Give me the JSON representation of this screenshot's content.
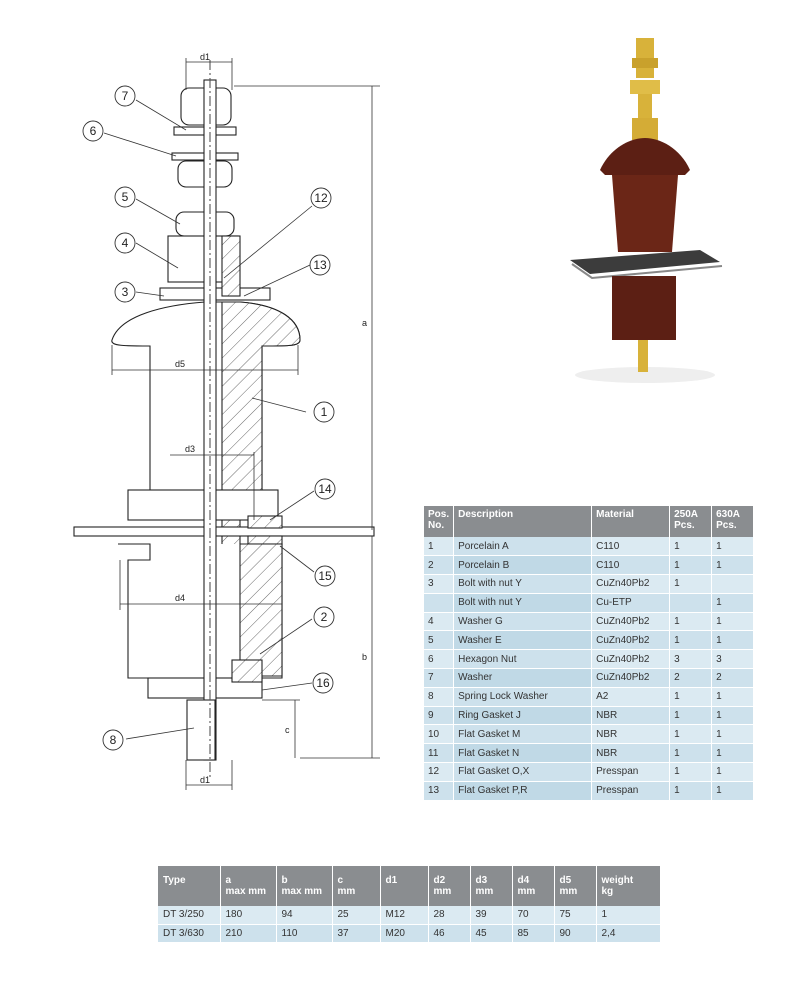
{
  "drawing": {
    "dims": {
      "d1_top": "d1",
      "d1_bottom": "d1",
      "d5": "d5",
      "d3": "d3",
      "d4": "d4",
      "a": "a",
      "b": "b",
      "c": "c"
    },
    "callouts": [
      "1",
      "2",
      "3",
      "4",
      "5",
      "6",
      "7",
      "8",
      "12",
      "13",
      "14",
      "15",
      "16"
    ]
  },
  "parts_table": {
    "headers": [
      "Pos.\nNo.",
      "Description",
      "Material",
      "250A\nPcs.",
      "630A\nPcs."
    ],
    "rows": [
      {
        "pos": "1",
        "desc": "Porcelain A",
        "mat": "C110",
        "a250": "1",
        "a630": "1"
      },
      {
        "pos": "2",
        "desc": "Porcelain B",
        "mat": "C110",
        "a250": "1",
        "a630": "1"
      },
      {
        "pos": "3",
        "desc": "Bolt with nut Y",
        "mat": "CuZn40Pb2",
        "a250": "1",
        "a630": ""
      },
      {
        "pos": "",
        "desc": "Bolt with nut Y",
        "mat": "Cu-ETP",
        "a250": "",
        "a630": "1"
      },
      {
        "pos": "4",
        "desc": "Washer G",
        "mat": "CuZn40Pb2",
        "a250": "1",
        "a630": "1"
      },
      {
        "pos": "5",
        "desc": "Washer E",
        "mat": "CuZn40Pb2",
        "a250": "1",
        "a630": "1"
      },
      {
        "pos": "6",
        "desc": "Hexagon Nut",
        "mat": "CuZn40Pb2",
        "a250": "3",
        "a630": "3"
      },
      {
        "pos": "7",
        "desc": "Washer",
        "mat": "CuZn40Pb2",
        "a250": "2",
        "a630": "2"
      },
      {
        "pos": "8",
        "desc": "Spring Lock Washer",
        "mat": "A2",
        "a250": "1",
        "a630": "1"
      },
      {
        "pos": "9",
        "desc": "Ring Gasket J",
        "mat": "NBR",
        "a250": "1",
        "a630": "1"
      },
      {
        "pos": "10",
        "desc": "Flat Gasket M",
        "mat": "NBR",
        "a250": "1",
        "a630": "1"
      },
      {
        "pos": "11",
        "desc": "Flat Gasket N",
        "mat": "NBR",
        "a250": "1",
        "a630": "1"
      },
      {
        "pos": "12",
        "desc": "Flat Gasket O,X",
        "mat": "Presspan",
        "a250": "1",
        "a630": "1"
      },
      {
        "pos": "13",
        "desc": "Flat Gasket P,R",
        "mat": "Presspan",
        "a250": "1",
        "a630": "1"
      }
    ]
  },
  "types_table": {
    "headers": [
      "Type",
      "a\nmax mm",
      "b\nmax mm",
      "c\nmm",
      "d1",
      "d2\nmm",
      "d3\nmm",
      "d4\nmm",
      "d5\nmm",
      "weight\nkg"
    ],
    "rows": [
      [
        "DT 3/250",
        "180",
        "94",
        "25",
        "M12",
        "28",
        "39",
        "70",
        "75",
        "1"
      ],
      [
        "DT 3/630",
        "210",
        "110",
        "37",
        "M20",
        "46",
        "45",
        "85",
        "90",
        "2,4"
      ]
    ]
  },
  "colors": {
    "header": "#8a8d90",
    "row_light": "#dbeaf2",
    "row_dark": "#cde1ec",
    "porcelain": "#5c1f14",
    "brass": "#d8b23a"
  }
}
